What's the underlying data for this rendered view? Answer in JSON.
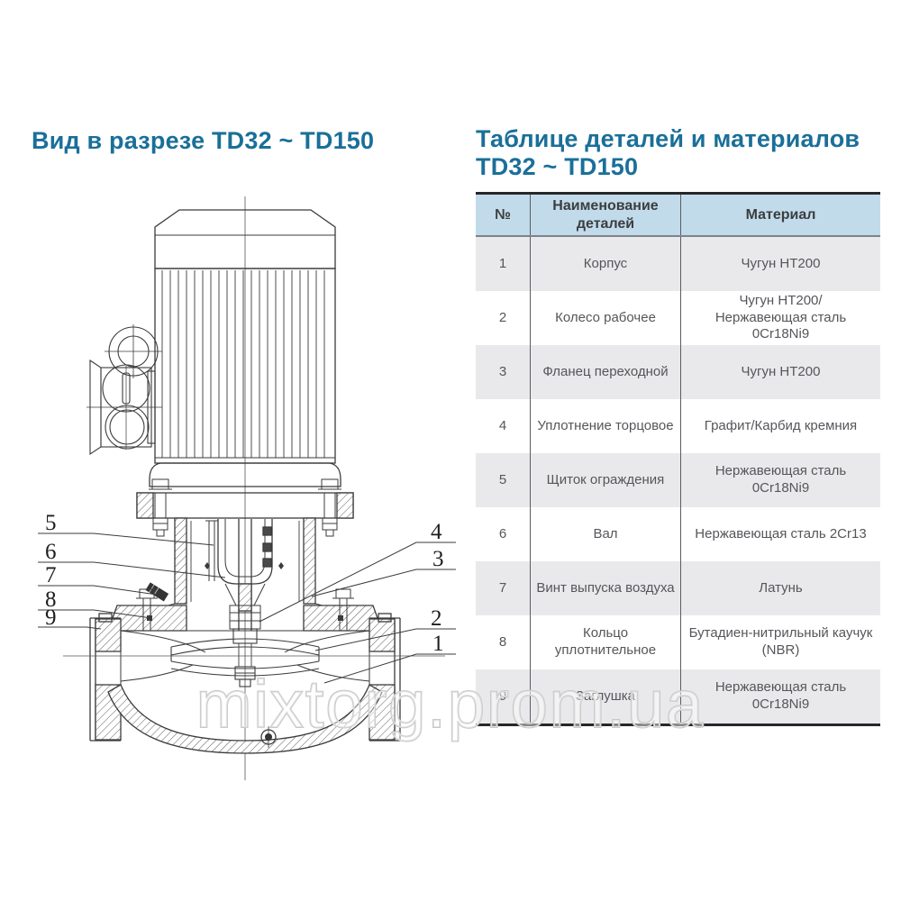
{
  "page": {
    "watermark": "mixtorg.prom.ua"
  },
  "colors": {
    "accent": "#1a6f99",
    "table_header_bg": "#c1dbeb",
    "row_alt_bg": "#e9e9eb",
    "drawing_line": "#3b3b3b"
  },
  "left_section": {
    "title": "Вид в разрезе TD32 ~ TD150"
  },
  "right_section": {
    "title_line1": "Таблице деталей и материалов",
    "title_line2": "TD32 ~ TD150"
  },
  "table": {
    "columns": [
      "№",
      "Наименование\nдеталей",
      "Материал"
    ],
    "rows": [
      {
        "num": "1",
        "name": "Корпус",
        "material": "Чугун HT200"
      },
      {
        "num": "2",
        "name": "Колесо рабочее",
        "material": "Чугун HT200/\nНержавеющая сталь 0Cr18Ni9"
      },
      {
        "num": "3",
        "name": "Фланец переходной",
        "material": "Чугун HT200"
      },
      {
        "num": "4",
        "name": "Уплотнение торцовое",
        "material": "Графит/Карбид кремния"
      },
      {
        "num": "5",
        "name": "Щиток ограждения",
        "material": "Нержавеющая сталь 0Cr18Ni9"
      },
      {
        "num": "6",
        "name": "Вал",
        "material": "Нержавеющая сталь 2Cr13"
      },
      {
        "num": "7",
        "name": "Винт выпуска воздуха",
        "material": "Латунь"
      },
      {
        "num": "8",
        "name": "Кольцо уплотнительное",
        "material": "Бутадиен-нитрильный каучук\n(NBR)"
      },
      {
        "num": "9",
        "name": "Заглушка",
        "material": "Нержавеющая сталь 0Cr18Ni9"
      }
    ]
  },
  "diagram": {
    "left_callouts": [
      "5",
      "6",
      "7",
      "8",
      "9"
    ],
    "right_callouts": [
      "4",
      "3",
      "2",
      "1"
    ]
  }
}
